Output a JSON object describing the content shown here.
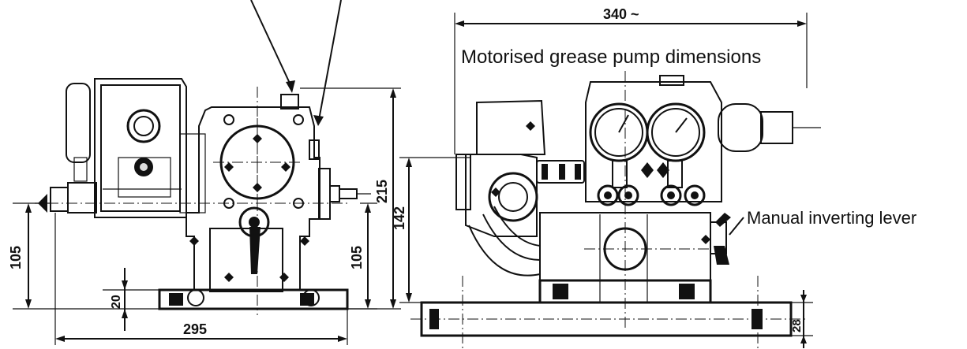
{
  "title": "Motorised grease pump dimensions",
  "callout": "Manual inverting lever",
  "dimensions": {
    "overall_length": "340 ~",
    "height_left": "215",
    "height_right": "142",
    "outlet_height_left": "105",
    "outlet_height_mid": "105",
    "base_thickness": "20",
    "base_width": "295",
    "base_thickness_right": "28"
  }
}
